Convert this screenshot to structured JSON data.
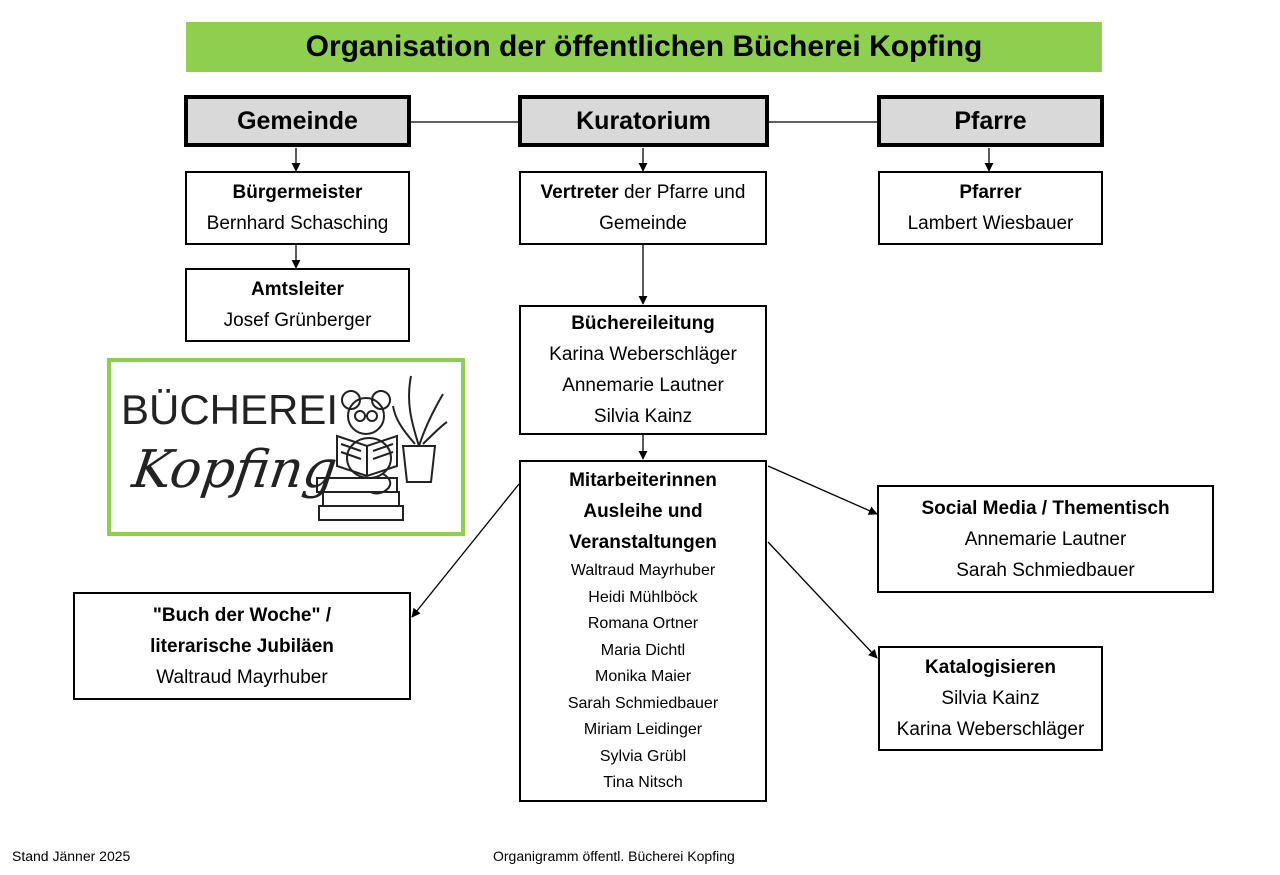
{
  "title": "Organisation der öffentlichen Bücherei Kopfing",
  "heads": {
    "gemeinde": "Gemeinde",
    "kuratorium": "Kuratorium",
    "pfarre": "Pfarre"
  },
  "boxes": {
    "buergermeister": {
      "role": "Bürgermeister",
      "names": [
        "Bernhard Schasching"
      ]
    },
    "amtsleiter": {
      "role": "Amtsleiter",
      "names": [
        "Josef Grünberger"
      ]
    },
    "vertreter": {
      "role": "Vertreter",
      "role_rest": " der Pfarre und",
      "line2": "Gemeinde"
    },
    "pfarrer": {
      "role": "Pfarrer",
      "names": [
        "Lambert Wiesbauer"
      ]
    },
    "buechereileitung": {
      "role": "Büchereileitung",
      "names": [
        "Karina Weberschläger",
        "Annemarie Lautner",
        "Silvia Kainz"
      ]
    },
    "mitarbeiterinnen": {
      "role_lines": [
        "Mitarbeiterinnen",
        "Ausleihe und",
        "Veranstaltungen"
      ],
      "names": [
        "Waltraud Mayrhuber",
        "Heidi Mühlböck",
        "Romana Ortner",
        "Maria Dichtl",
        "Monika Maier",
        "Sarah Schmiedbauer",
        "Miriam Leidinger",
        "Sylvia Grübl",
        "Tina Nitsch"
      ]
    },
    "social_media": {
      "role": "Social Media / Thementisch",
      "names": [
        "Annemarie Lautner",
        "Sarah Schmiedbauer"
      ]
    },
    "buch_der_woche": {
      "role_lines": [
        "\"Buch der Woche\" /",
        "literarische Jubiläen"
      ],
      "names": [
        "Waltraud Mayrhuber"
      ]
    },
    "katalogisieren": {
      "role": "Katalogisieren",
      "names": [
        "Silvia Kainz",
        "Karina Weberschläger"
      ]
    }
  },
  "logo": {
    "word": "BÜCHEREI",
    "script": "Kopfing"
  },
  "footer": {
    "left": "Stand Jänner 2025",
    "center": "Organigramm öffentl. Bücherei Kopfing"
  },
  "colors": {
    "accent_green": "#8dd04f",
    "head_fill": "#d9d9d9"
  }
}
